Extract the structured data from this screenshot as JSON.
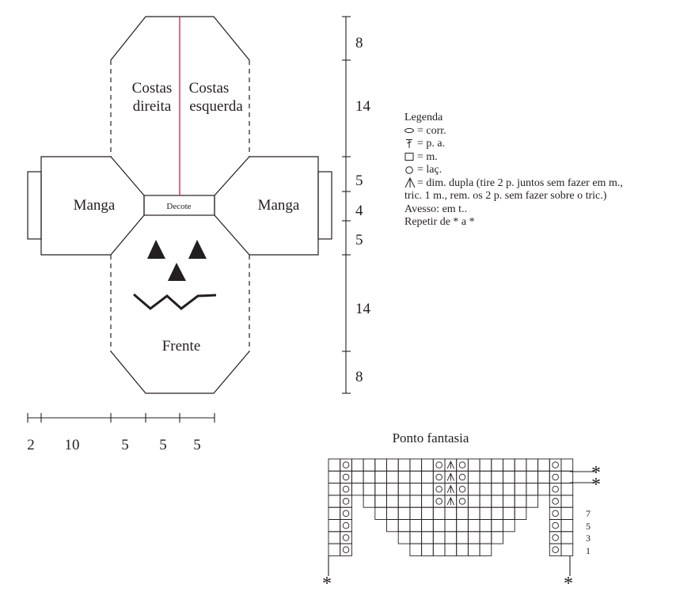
{
  "pattern": {
    "back_right": [
      "Costas",
      "direita"
    ],
    "back_left": [
      "Costas",
      "esquerda"
    ],
    "sleeve": "Manga",
    "neckline": "Decote",
    "front": "Frente"
  },
  "vertical_measures": [
    "8",
    "14",
    "5",
    "4",
    "5",
    "14",
    "8"
  ],
  "horizontal_measures": [
    "2",
    "10",
    "5",
    "5",
    "5"
  ],
  "legend": {
    "title": "Legenda",
    "items": [
      {
        "icon": "chain-stitch-icon",
        "text": "= corr."
      },
      {
        "icon": "double-crochet-icon",
        "text": "= p. a."
      },
      {
        "icon": "single-crochet-icon",
        "text": "= m."
      },
      {
        "icon": "chain-loop-icon",
        "text": "= laç."
      },
      {
        "icon": "double-decrease-icon",
        "text": "= dim. dupla (tire 2 p. juntos sem fazer em m.,"
      }
    ],
    "continuation": "tric. 1 m., rem. os 2 p. sem fazer sobre o tric.)",
    "reverse_note": "Avesso: em t..",
    "repeat_note": "Repetir de * a *"
  },
  "chart": {
    "title": "Ponto fantasia",
    "row_numbers": [
      "7",
      "5",
      "3",
      "1"
    ],
    "repeat_marker": "*"
  },
  "colors": {
    "ink": "#231f20",
    "center_seam": "#c8344f"
  }
}
